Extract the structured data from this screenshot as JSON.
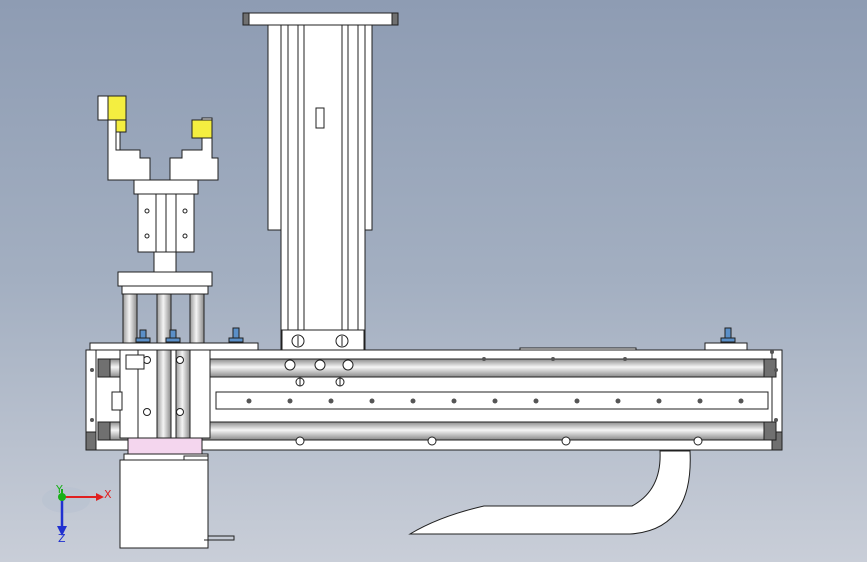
{
  "viewport": {
    "title": ""
  },
  "triad": {
    "x_label": "X",
    "y_label": "Y",
    "z_label": "Z",
    "x_color": "#e02020",
    "y_color": "#18b018",
    "z_color": "#2030d0"
  },
  "colors": {
    "part_fill": "#ffffff",
    "part_stroke": "#202020",
    "gripper_pad": "#f4ee40",
    "coupling": "#f4d6ee",
    "bolt_head": "#5a8fc8",
    "end_cap": "#707070"
  },
  "parts": [
    "vertical-actuator",
    "gripper-assembly",
    "linear-guide-rail",
    "stepper-motor",
    "cable-drag-chain"
  ]
}
